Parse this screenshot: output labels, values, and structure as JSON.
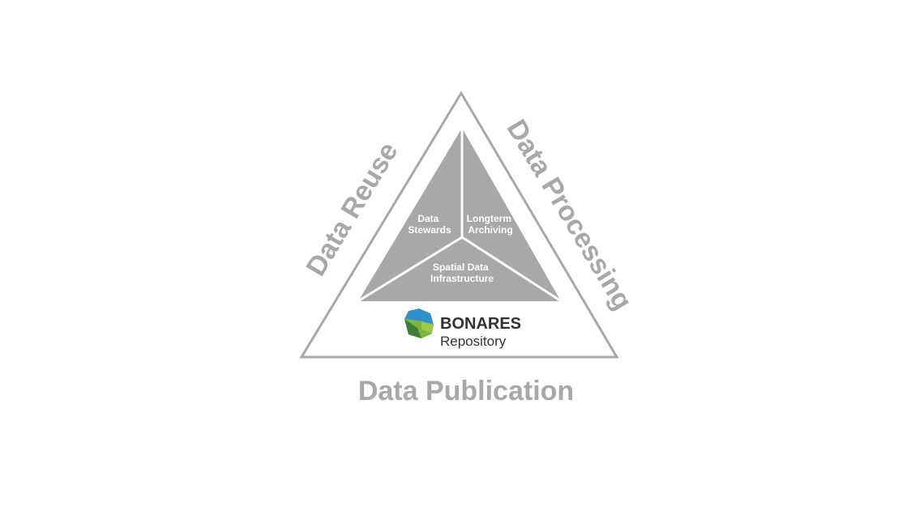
{
  "diagram": {
    "sides": {
      "left": "Data Reuse",
      "right": "Data Processing",
      "bottom": "Data Publication"
    },
    "segments": {
      "top_left": [
        "Data",
        "Stewards"
      ],
      "top_right": [
        "Longterm",
        "Archiving"
      ],
      "bottom": [
        "Spatial Data",
        "Infrastructure"
      ]
    },
    "logo": {
      "name": "BONARES",
      "subtitle": "Repository"
    },
    "colors": {
      "outline": "#a8a8a8",
      "inner_fill": "#a8a8a8",
      "label_gray": "#a8a8a8",
      "logo_blue": "#2e8fc9",
      "logo_green": "#7fb43a",
      "logo_dark_green": "#3f7d3a"
    }
  }
}
